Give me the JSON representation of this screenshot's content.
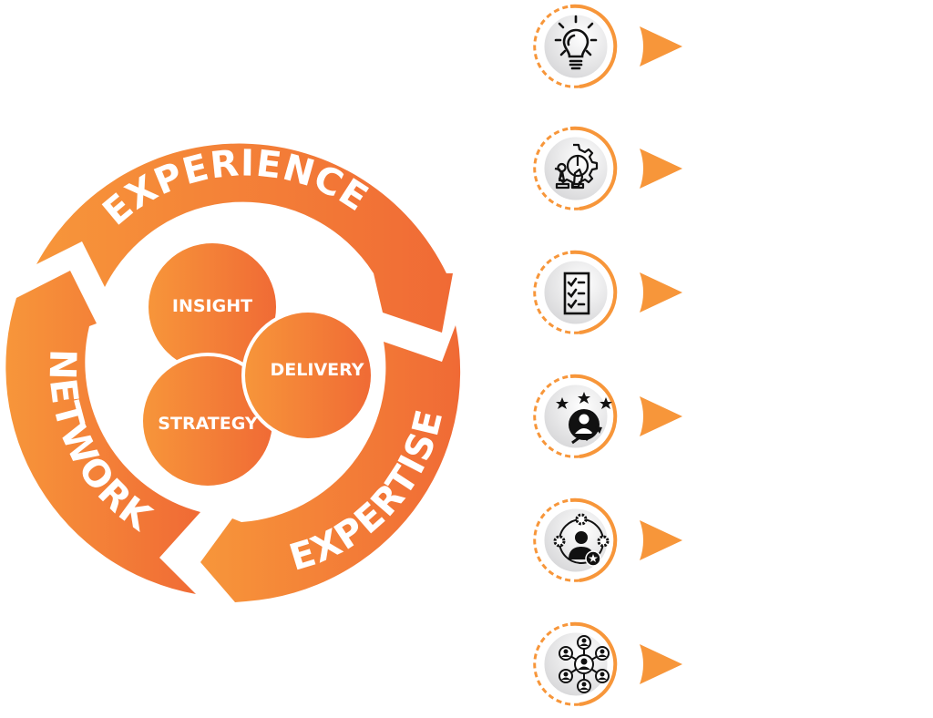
{
  "diagram": {
    "title": "",
    "outer_cycle": [
      {
        "label": "EXPERIENCE"
      },
      {
        "label": "EXPERTISE"
      },
      {
        "label": "NETWORK"
      }
    ],
    "core": [
      {
        "label": "INSIGHT"
      },
      {
        "label": "DELIVERY"
      },
      {
        "label": "STRATEGY"
      }
    ],
    "icons": [
      {
        "icon": "lightbulb-icon",
        "label": ""
      },
      {
        "icon": "strategy-gear-chess-icon",
        "label": ""
      },
      {
        "icon": "checklist-icon",
        "label": ""
      },
      {
        "icon": "rated-performer-growth-icon",
        "label": ""
      },
      {
        "icon": "person-gears-star-icon",
        "label": ""
      },
      {
        "icon": "people-network-icon",
        "label": ""
      }
    ]
  },
  "colors": {
    "orange_light": "#F7963A",
    "orange_dark": "#F06A35",
    "icon_bg_light": "#FFFFFF",
    "icon_bg_dark": "#D4D4D6",
    "icon_ink": "#111111",
    "arrow": "#F7963A"
  }
}
